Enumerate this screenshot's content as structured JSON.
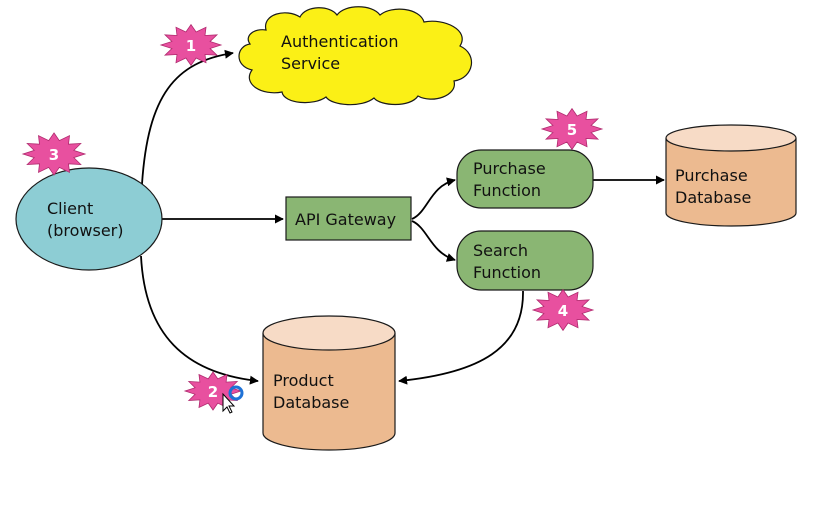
{
  "colors": {
    "cloud_fill": "#fbf016",
    "cloud_stroke": "#1a1a1a",
    "client_fill": "#8dcdd4",
    "gateway_fill": "#8ab673",
    "function_fill": "#8ab673",
    "database_fill": "#ecba90",
    "database_top": "#f7dbc6",
    "badge_fill": "#e8509f",
    "badge_text": "#ffffff",
    "edge": "#000000",
    "cursor_ring": "#1f72d6"
  },
  "nodes": {
    "auth_service": {
      "shape": "cloud",
      "label_line1": "Authentication",
      "label_line2": "Service"
    },
    "client": {
      "shape": "ellipse",
      "label_line1": "Client",
      "label_line2": "(browser)"
    },
    "api_gateway": {
      "shape": "rectangle",
      "label": "API Gateway"
    },
    "purchase_function": {
      "shape": "rounded-rectangle",
      "label_line1": "Purchase",
      "label_line2": "Function"
    },
    "search_function": {
      "shape": "rounded-rectangle",
      "label_line1": "Search",
      "label_line2": "Function"
    },
    "purchase_database": {
      "shape": "cylinder",
      "label_line1": "Purchase",
      "label_line2": "Database"
    },
    "product_database": {
      "shape": "cylinder",
      "label_line1": "Product",
      "label_line2": "Database"
    }
  },
  "badges": {
    "b1": "1",
    "b2": "2",
    "b3": "3",
    "b4": "4",
    "b5": "5"
  },
  "edges": [
    {
      "from": "client",
      "to": "auth_service"
    },
    {
      "from": "client",
      "to": "api_gateway"
    },
    {
      "from": "client",
      "to": "product_database"
    },
    {
      "from": "api_gateway",
      "to": "purchase_function"
    },
    {
      "from": "api_gateway",
      "to": "search_function"
    },
    {
      "from": "purchase_function",
      "to": "purchase_database"
    },
    {
      "from": "search_function",
      "to": "product_database"
    }
  ]
}
